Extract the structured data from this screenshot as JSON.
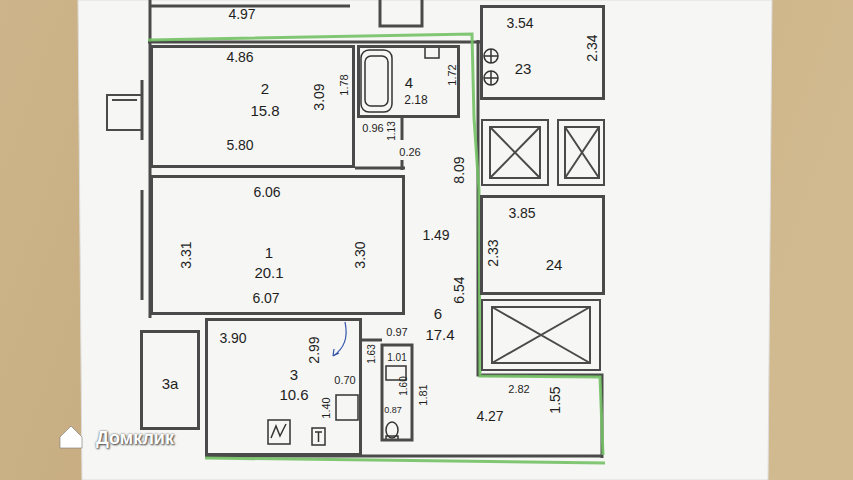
{
  "diagram": {
    "nodes": [
      {
        "text": [
          "2",
          "15.8"
        ]
      },
      {
        "text": [
          "4"
        ]
      },
      {
        "text": [
          "23"
        ]
      },
      {
        "text": [
          "1",
          "20.1"
        ]
      },
      {
        "text": [
          "24"
        ]
      },
      {
        "text": [
          "6",
          "17.4"
        ]
      },
      {
        "text": [
          "3а"
        ]
      },
      {
        "text": [
          "3",
          "10.6"
        ]
      }
    ],
    "edges": [],
    "labels": [
      "4.97",
      "4.86",
      "1.78",
      "1.72",
      "2.18",
      "3.09",
      "5.80",
      "0.96",
      "1.13",
      "0.26",
      "8.09",
      "3.54",
      "2.34",
      "6.06",
      "3.31",
      "3.30",
      "1.49",
      "3.85",
      "2.33",
      "6.54",
      "6.07",
      "3.90",
      "2.99",
      "0.97",
      "1.63",
      "1.01",
      "0.70",
      "1.60",
      "0.87",
      "1.81",
      "1.40",
      "2.82",
      "4.27",
      "1.55",
      "Домклик"
    ]
  }
}
